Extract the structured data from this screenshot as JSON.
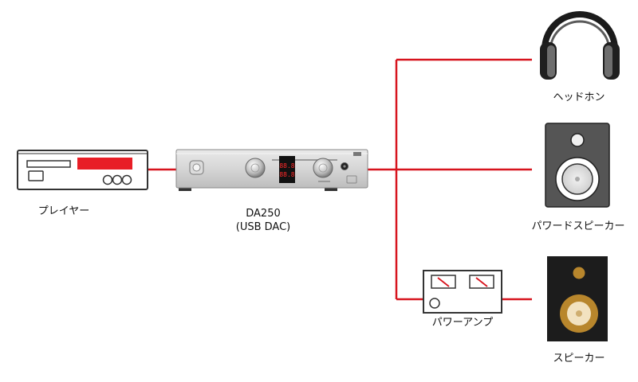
{
  "labels": {
    "player": "プレイヤー",
    "dac_model": "DA250",
    "dac_type": "(USB DAC)",
    "headphones": "ヘッドホン",
    "powered_speaker": "パワードスピーカー",
    "power_amp": "パワーアンプ",
    "speaker": "スピーカー"
  },
  "display_readout": {
    "row1": "88.8",
    "row2": "88.8"
  },
  "colors": {
    "cable": "#d7141e",
    "device_outline": "#333333",
    "dac_body": "#d8d8d8",
    "powered_speaker_body": "#555555",
    "passive_speaker_body": "#1c1c1c",
    "woofer_wood": "#b8862c"
  },
  "icons": [
    "player-icon",
    "usb-dac-icon",
    "headphones-icon",
    "powered-speaker-icon",
    "power-amp-icon",
    "speaker-icon"
  ]
}
